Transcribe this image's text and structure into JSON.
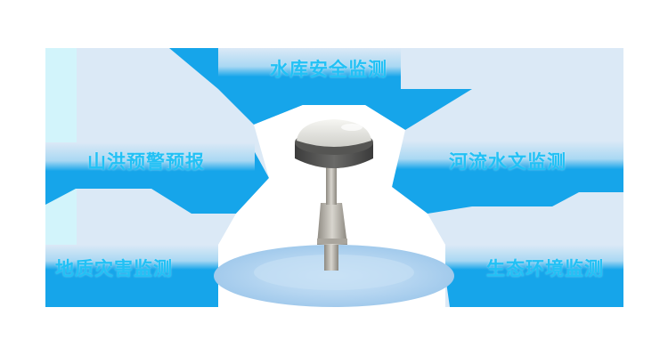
{
  "diagram": {
    "title": "",
    "center_device": "gnss-receiver-antenna",
    "items": [
      {
        "id": "reservoir",
        "label": "水库安全监测",
        "position": "top-center"
      },
      {
        "id": "flood",
        "label": "山洪预警预报",
        "position": "middle-left"
      },
      {
        "id": "river",
        "label": "河流水文监测",
        "position": "middle-right"
      },
      {
        "id": "geology",
        "label": "地质灾害监测",
        "position": "bottom-left"
      },
      {
        "id": "ecology",
        "label": "生态环境监测",
        "position": "bottom-right"
      }
    ]
  },
  "colors": {
    "panel_light": "#dbe9f6",
    "panel_cyan": "#d2f4fb",
    "band_blue": "#16a5ea",
    "label_text": "#22c1f5",
    "disc": "#b9d8f2"
  }
}
